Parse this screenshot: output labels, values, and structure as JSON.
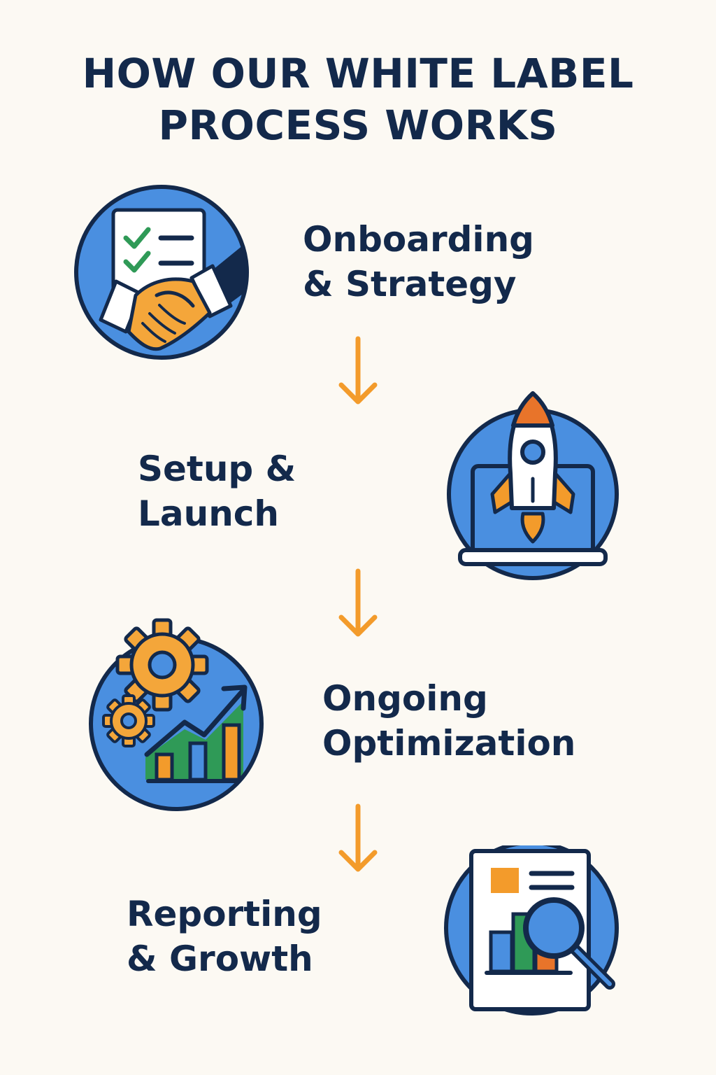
{
  "title": {
    "line1": "HOW OUR WHITE LABEL",
    "line2": "PROCESS WORKS"
  },
  "colors": {
    "navy": "#13294b",
    "blue": "#4a8fe0",
    "orange": "#f39b2b",
    "green": "#2f9a57",
    "background": "#fcf9f3"
  },
  "steps": [
    {
      "line1": "Onboarding",
      "line2": "& Strategy",
      "icon": "handshake-checklist-icon"
    },
    {
      "line1": "Setup &",
      "line2": "Launch",
      "icon": "rocket-laptop-icon"
    },
    {
      "line1": "Ongoing",
      "line2": "Optimization",
      "icon": "gears-growth-chart-icon"
    },
    {
      "line1": "Reporting",
      "line2": "& Growth",
      "icon": "report-magnifier-icon"
    }
  ]
}
